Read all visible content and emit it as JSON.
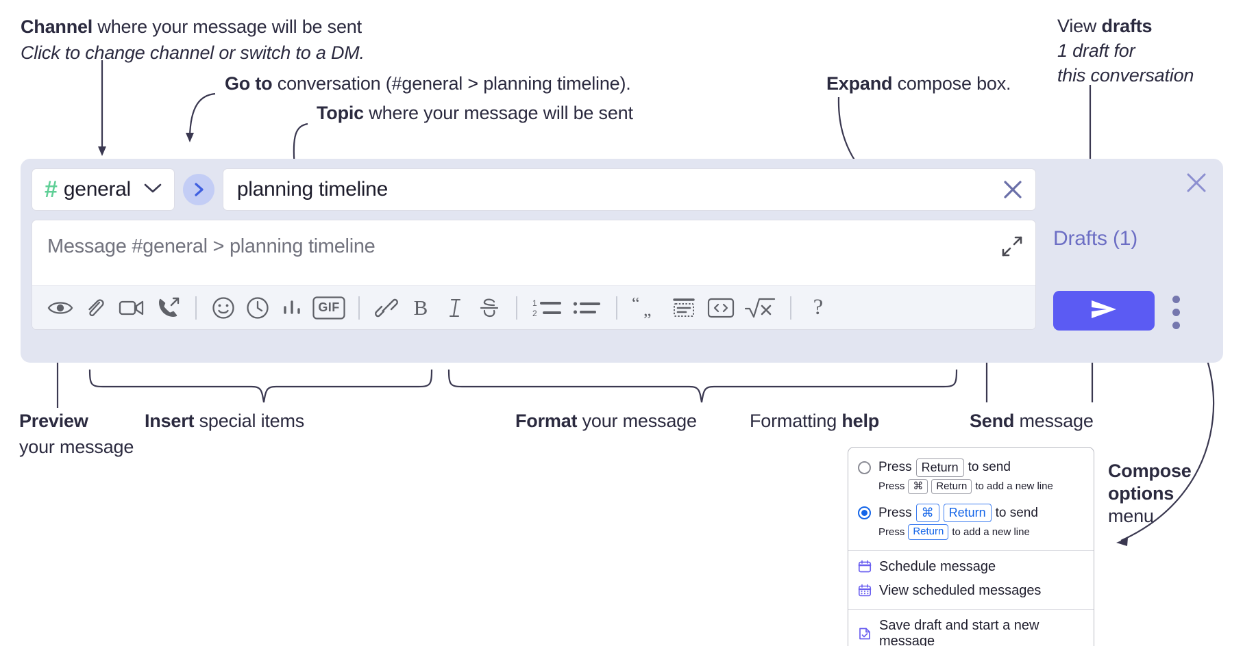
{
  "annotations": {
    "channel": {
      "bold": "Channel",
      "rest": " where your message will be sent",
      "italic": "Click to change channel or switch to a DM."
    },
    "goto": {
      "bold": "Go to",
      "rest": " conversation (#general > planning timeline)."
    },
    "topic": {
      "bold": "Topic",
      "rest": " where your message will be sent"
    },
    "expand": {
      "bold": "Expand",
      "rest": " compose box."
    },
    "drafts": {
      "rest": "View ",
      "bold": "drafts",
      "italic1": "1 draft for",
      "italic2": "this conversation"
    },
    "preview": {
      "bold": "Preview",
      "rest": "your message"
    },
    "insert": {
      "bold": "Insert",
      "rest": " special items"
    },
    "format": {
      "bold": "Format",
      "rest": " your message"
    },
    "help": {
      "rest": "Formatting ",
      "bold": "help"
    },
    "send": {
      "bold": "Send",
      "rest": " message"
    },
    "compose_options": {
      "bold1": "Compose",
      "bold2": "options",
      "rest": "menu"
    }
  },
  "compose": {
    "channel_name": "general",
    "channel_hash": "#",
    "topic_value": "planning timeline",
    "message_placeholder": "Message #general > planning timeline",
    "drafts_label": "Drafts (1)",
    "toolbar_help": "?",
    "toolbar_gif": "GIF",
    "toolbar_bold": "B",
    "toolbar_italic": "I"
  },
  "menu": {
    "option1": {
      "press": "Press",
      "key": "Return",
      "tail": "to send",
      "sub_press": "Press",
      "sub_key1": "⌘",
      "sub_key2": "Return",
      "sub_tail": "to add a new line",
      "selected": false
    },
    "option2": {
      "press": "Press",
      "key1": "⌘",
      "key2": "Return",
      "tail": "to send",
      "sub_press": "Press",
      "sub_key": "Return",
      "sub_tail": "to add a new line",
      "selected": true
    },
    "items": [
      {
        "label": "Schedule message",
        "icon": "calendar-icon"
      },
      {
        "label": "View scheduled messages",
        "icon": "calendar-grid-icon"
      },
      {
        "label": "Save draft and start a new message",
        "icon": "draft-check-icon"
      }
    ]
  },
  "colors": {
    "panel_bg": "#e2e5f1",
    "send_button": "#5b5bf3",
    "accent_blue": "#1364e8",
    "hash_green": "#5fcf96",
    "drafts_text": "#6c6ec4",
    "ink": "#2b2a3f"
  }
}
